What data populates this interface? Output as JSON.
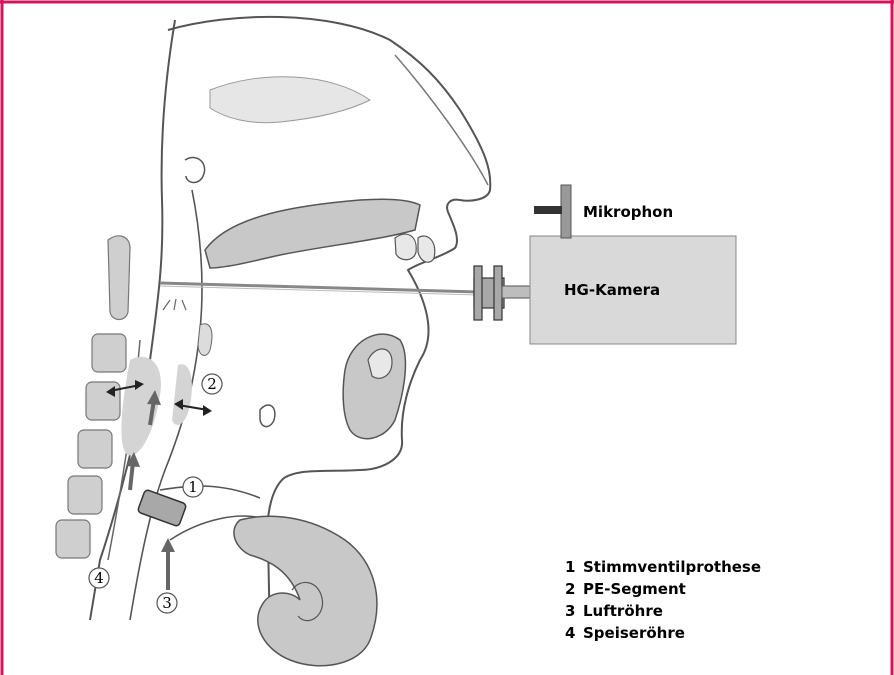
{
  "labels": {
    "mikrophon": "Mikrophon",
    "hg_kamera": "HG-Kamera"
  },
  "markers": [
    "1",
    "2",
    "3",
    "4"
  ],
  "legend": [
    {
      "num": "1",
      "text": "Stimmventilprothese"
    },
    {
      "num": "2",
      "text": "PE-Segment"
    },
    {
      "num": "3",
      "text": "Luftröhre"
    },
    {
      "num": "4",
      "text": "Speiseröhre"
    }
  ],
  "colors": {
    "frame": "#d4145a",
    "tissue": "#c8c8c8",
    "camera_box": "#d9d9d9",
    "outline": "#555555"
  }
}
